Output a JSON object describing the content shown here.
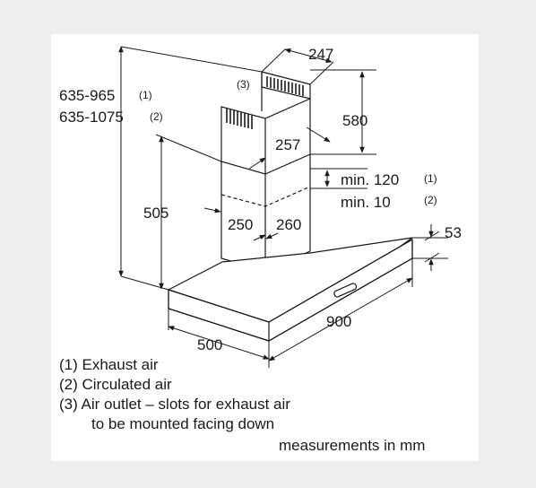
{
  "dimensions": {
    "height_exhaust": "635-965",
    "height_exhaust_note": "(1)",
    "height_circulated": "635-1075",
    "height_circulated_note": "(2)",
    "outlet_note": "(3)",
    "chimney_top_depth": "247",
    "chimney_top_height": "580",
    "chimney_top_width": "257",
    "hood_height": "505",
    "min_exhaust": "min. 120",
    "min_exhaust_note": "(1)",
    "min_circulated": "min. 10",
    "min_circulated_note": "(2)",
    "chimney_width": "250",
    "chimney_depth": "260",
    "canopy_thickness": "53",
    "hood_width": "900",
    "hood_depth": "500"
  },
  "legend": {
    "item1": "(1) Exhaust air",
    "item2": "(2) Circulated air",
    "item3": "(3) Air outlet – slots for exhaust air",
    "item3_cont": "to be mounted facing down"
  },
  "note": "measurements in mm",
  "colors": {
    "background": "#efeeec",
    "panel": "#ffffff",
    "line": "#1a1a1a"
  }
}
